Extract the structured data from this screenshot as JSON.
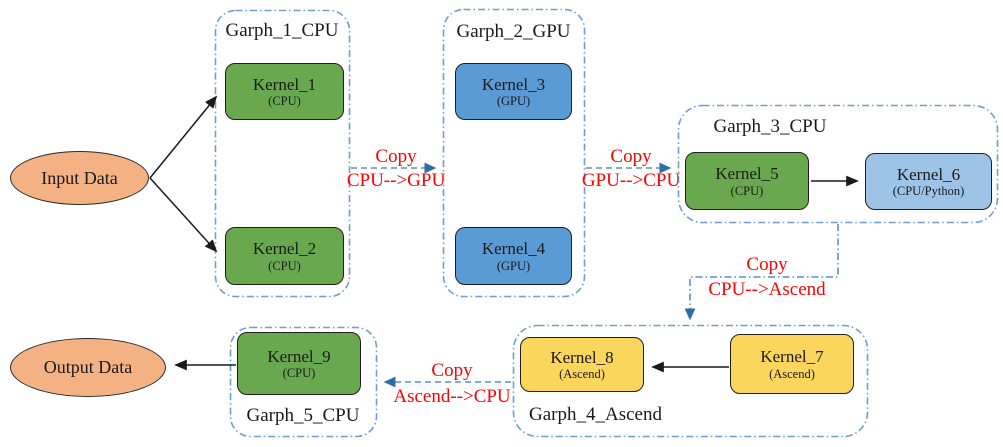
{
  "nodes": {
    "input": {
      "label": "Input Data"
    },
    "output": {
      "label": "Output Data"
    }
  },
  "groups": [
    {
      "title": "Garph_1_CPU"
    },
    {
      "title": "Garph_2_GPU"
    },
    {
      "title": "Garph_3_CPU"
    },
    {
      "title": "Garph_4_Ascend"
    },
    {
      "title": "Garph_5_CPU"
    }
  ],
  "kernels": [
    {
      "name": "Kernel_1",
      "device": "(CPU)"
    },
    {
      "name": "Kernel_2",
      "device": "(CPU)"
    },
    {
      "name": "Kernel_3",
      "device": "(GPU)"
    },
    {
      "name": "Kernel_4",
      "device": "(GPU)"
    },
    {
      "name": "Kernel_5",
      "device": "(CPU)"
    },
    {
      "name": "Kernel_6",
      "device": "(CPU/Python)"
    },
    {
      "name": "Kernel_7",
      "device": "(Ascend)"
    },
    {
      "name": "Kernel_8",
      "device": "(Ascend)"
    },
    {
      "name": "Kernel_9",
      "device": "(CPU)"
    }
  ],
  "copy_labels": [
    {
      "line1": "Copy",
      "line2": "CPU--&gt;GPU"
    },
    {
      "line1": "Copy",
      "line2": "GPU--&gt;CPU"
    },
    {
      "line1": "Copy",
      "line2": "CPU--&gt;Ascend"
    },
    {
      "line1": "Copy",
      "line2": "Ascend--&gt;CPU"
    }
  ],
  "edges": [
    "Input Data -> Kernel_1",
    "Input Data -> Kernel_2",
    "Garph_1_CPU -> Garph_2_GPU (Copy CPU-->GPU)",
    "Garph_2_GPU -> Garph_3_CPU (Copy GPU-->CPU)",
    "Kernel_5 -> Kernel_6",
    "Garph_3_CPU -> Garph_4_Ascend (Copy CPU-->Ascend)",
    "Kernel_7 -> Kernel_8",
    "Garph_4_Ascend -> Garph_5_CPU (Copy Ascend-->CPU)",
    "Kernel_9 -> Output Data"
  ],
  "colors": {
    "kernel_cpu_green": "#69A84F",
    "kernel_gpu_blue": "#5B9BD5",
    "kernel_python_lightblue": "#9DC3E6",
    "kernel_ascend_yellow": "#FBD65C",
    "data_node_peach": "#F4B183",
    "group_border_blue": "#6D9DD1",
    "copy_edge_blue": "#5B8FC6",
    "copy_label_red": "#FF0000",
    "arrow_black": "#1A1A1A"
  }
}
